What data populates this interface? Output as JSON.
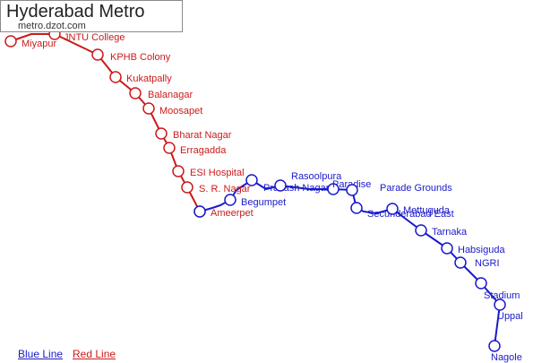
{
  "title": "Hyderabad Metro",
  "subtitle": "metro.dzot.com",
  "legend": {
    "blue": "Blue Line",
    "red": "Red Line"
  },
  "colors": {
    "red_line": "#cc1a1a",
    "blue_line": "#1a1acc",
    "red_text": "#cc1a1a",
    "blue_text": "#1a1acc"
  },
  "red_line": {
    "stations": [
      "Miyapur",
      "JNTU College",
      "KPHB Colony",
      "Kukatpally",
      "Balanagar",
      "Moosapet",
      "Bharat Nagar",
      "Erragadda",
      "ESI Hospital",
      "S. R. Nagar",
      "Ameerpet"
    ]
  },
  "blue_line": {
    "stations": [
      "Ameerpet",
      "Begumpet",
      "Prakash Nagar",
      "Rasoolpura",
      "Paradise",
      "Parade Grounds",
      "Secunderabad East",
      "Mettuguda",
      "Tarnaka",
      "Habsiguda",
      "NGRI",
      "Stadium",
      "Uppal",
      "Nagole"
    ]
  }
}
